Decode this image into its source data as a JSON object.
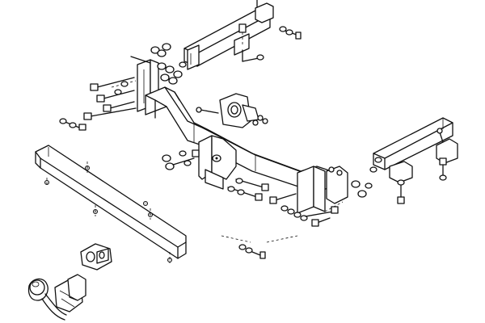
{
  "diagram": {
    "background_color": "#ffffff",
    "line_color": "#111111",
    "parts": [
      "main-crossbar",
      "left-chassis-bracket",
      "right-chassis-bracket",
      "center-mounting-bracket",
      "bumper-reinforcement-beam",
      "tow-ball-neck",
      "electrical-socket",
      "coupling-head"
    ]
  }
}
